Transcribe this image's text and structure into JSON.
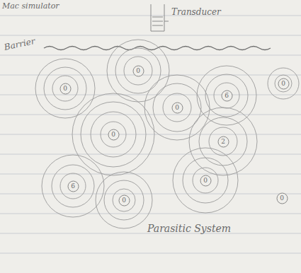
{
  "diagram": {
    "nodes": [
      {
        "text": [
          "0"
        ]
      },
      {
        "text": [
          "0"
        ]
      },
      {
        "text": [
          "0"
        ]
      },
      {
        "text": [
          "6"
        ]
      },
      {
        "text": [
          "0"
        ]
      },
      {
        "text": [
          "0"
        ]
      },
      {
        "text": [
          "2"
        ]
      },
      {
        "text": [
          "0"
        ]
      },
      {
        "text": [
          "6"
        ]
      },
      {
        "text": [
          "0"
        ]
      },
      {
        "text": [
          "0"
        ]
      }
    ],
    "labels": [
      "Mac simulator",
      "Transducer",
      "Barrier",
      "Parasitic System"
    ]
  }
}
